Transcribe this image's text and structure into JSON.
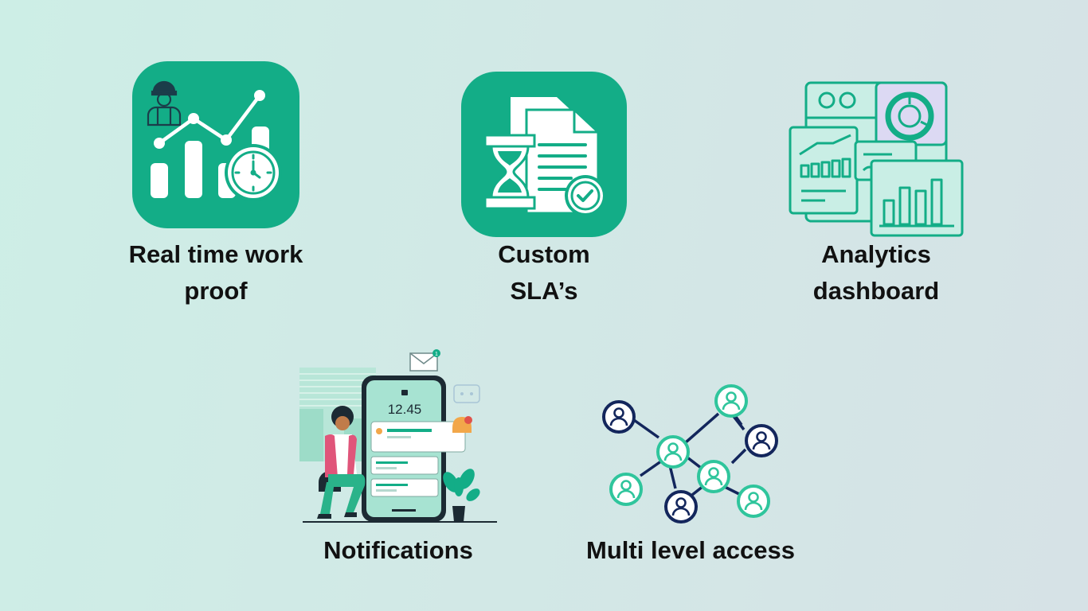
{
  "colors": {
    "accent": "#13ad87",
    "accent_light": "#2fc59c",
    "navy": "#13265c",
    "text": "#111111",
    "white": "#ffffff"
  },
  "features": [
    {
      "id": "real-time-work-proof",
      "icon": "worker-growth-chart-clock-icon",
      "label_lines": [
        "Real time work",
        "proof"
      ]
    },
    {
      "id": "custom-slas",
      "icon": "hourglass-document-check-icon",
      "label_lines": [
        "Custom",
        "SLA’s"
      ]
    },
    {
      "id": "analytics-dashboard",
      "icon": "analytics-dashboard-icon",
      "label_lines": [
        "Analytics",
        "dashboard"
      ]
    },
    {
      "id": "notifications",
      "icon": "person-with-phone-notifications-icon",
      "phone_time": "12.45",
      "email_badge": "1",
      "label_lines": [
        "Notifications"
      ]
    },
    {
      "id": "multi-level-access",
      "icon": "user-network-icon",
      "label_lines": [
        "Multi level access"
      ]
    }
  ]
}
